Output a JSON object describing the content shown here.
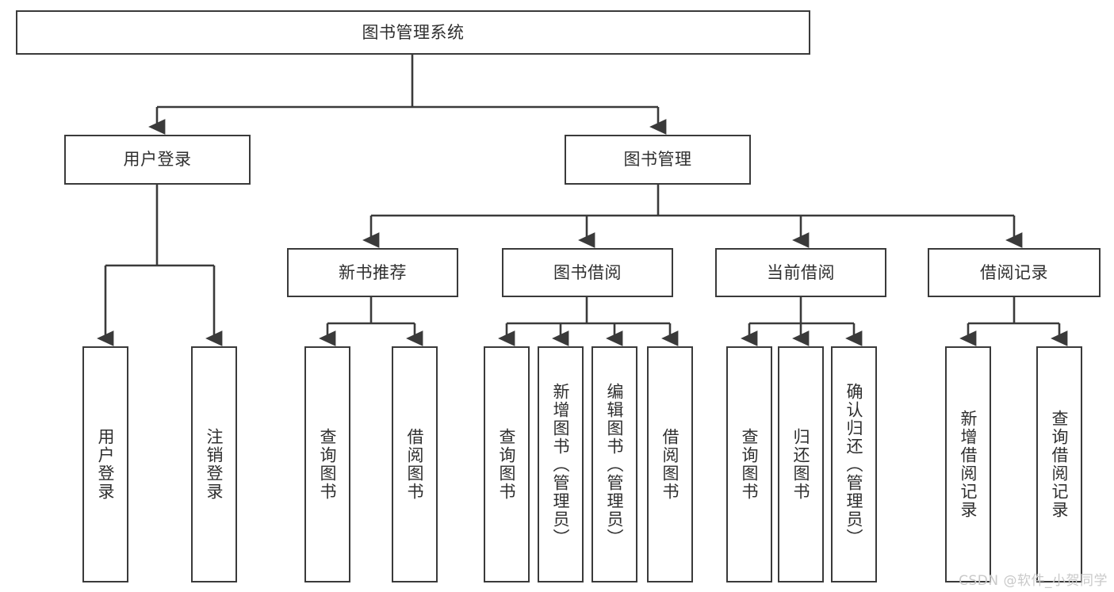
{
  "diagram": {
    "type": "tree",
    "title": "图书管理系统",
    "root": {
      "id": "root",
      "label": "图书管理系统"
    },
    "level1": [
      {
        "id": "user-login",
        "label": "用户登录"
      },
      {
        "id": "book-manage",
        "label": "图书管理"
      }
    ],
    "level2": [
      {
        "id": "new-book-rec",
        "label": "新书推荐",
        "parent": "book-manage"
      },
      {
        "id": "book-borrow",
        "label": "图书借阅",
        "parent": "book-manage"
      },
      {
        "id": "current-borrow",
        "label": "当前借阅",
        "parent": "book-manage"
      },
      {
        "id": "borrow-record",
        "label": "借阅记录",
        "parent": "book-manage"
      }
    ],
    "leaves": [
      {
        "id": "leaf-user-login",
        "label": "用户登录",
        "parent": "user-login"
      },
      {
        "id": "leaf-user-logout",
        "label": "注销登录",
        "parent": "user-login"
      },
      {
        "id": "leaf-query-book-1",
        "label": "查询图书",
        "parent": "new-book-rec"
      },
      {
        "id": "leaf-borrow-book-1",
        "label": "借阅图书",
        "parent": "new-book-rec"
      },
      {
        "id": "leaf-query-book-2",
        "label": "查询图书",
        "parent": "book-borrow"
      },
      {
        "id": "leaf-add-book",
        "label": "新增图书（管理员）",
        "parent": "book-borrow"
      },
      {
        "id": "leaf-edit-book",
        "label": "编辑图书（管理员）",
        "parent": "book-borrow"
      },
      {
        "id": "leaf-borrow-book-2",
        "label": "借阅图书",
        "parent": "book-borrow"
      },
      {
        "id": "leaf-query-book-3",
        "label": "查询图书",
        "parent": "current-borrow"
      },
      {
        "id": "leaf-return-book",
        "label": "归还图书",
        "parent": "current-borrow"
      },
      {
        "id": "leaf-confirm-return",
        "label": "确认归还（管理员）",
        "parent": "current-borrow"
      },
      {
        "id": "leaf-add-record",
        "label": "新增借阅记录",
        "parent": "borrow-record"
      },
      {
        "id": "leaf-query-record",
        "label": "查询借阅记录",
        "parent": "borrow-record"
      }
    ],
    "colors": {
      "stroke": "#3a3a3a",
      "text": "#2f2f2f",
      "background": "#ffffff",
      "watermark": "#c9c9c9"
    }
  },
  "watermark": {
    "text": "CSDN @软件_小贺同学"
  }
}
